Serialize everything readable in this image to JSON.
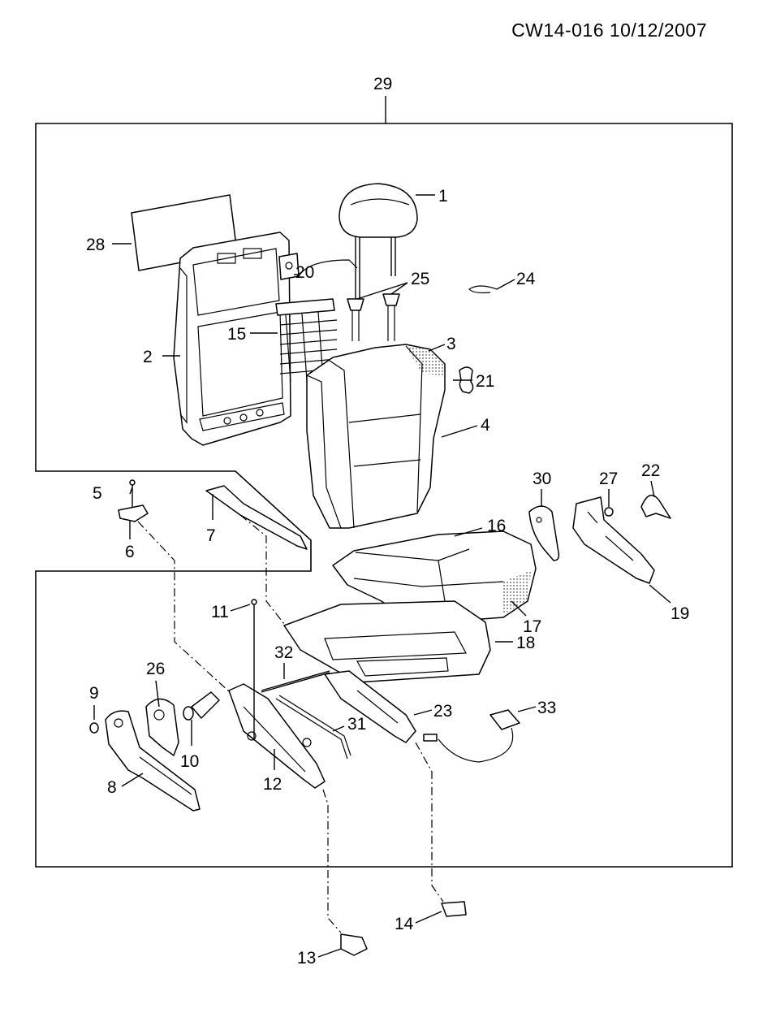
{
  "header": {
    "code": "CW14-016  10/12/2007"
  },
  "callouts": {
    "c1": "1",
    "c2": "2",
    "c3": "3",
    "c4": "4",
    "c5": "5",
    "c6": "6",
    "c7": "7",
    "c8": "8",
    "c9": "9",
    "c10": "10",
    "c11": "11",
    "c12": "12",
    "c13": "13",
    "c14": "14",
    "c15": "15",
    "c16": "16",
    "c17": "17",
    "c18": "18",
    "c19": "19",
    "c20": "20",
    "c21": "21",
    "c22": "22",
    "c23": "23",
    "c24": "24",
    "c25": "25",
    "c26": "26",
    "c27": "27",
    "c28": "28",
    "c29": "29",
    "c30": "30",
    "c31": "31",
    "c32": "32",
    "c33": "33"
  }
}
